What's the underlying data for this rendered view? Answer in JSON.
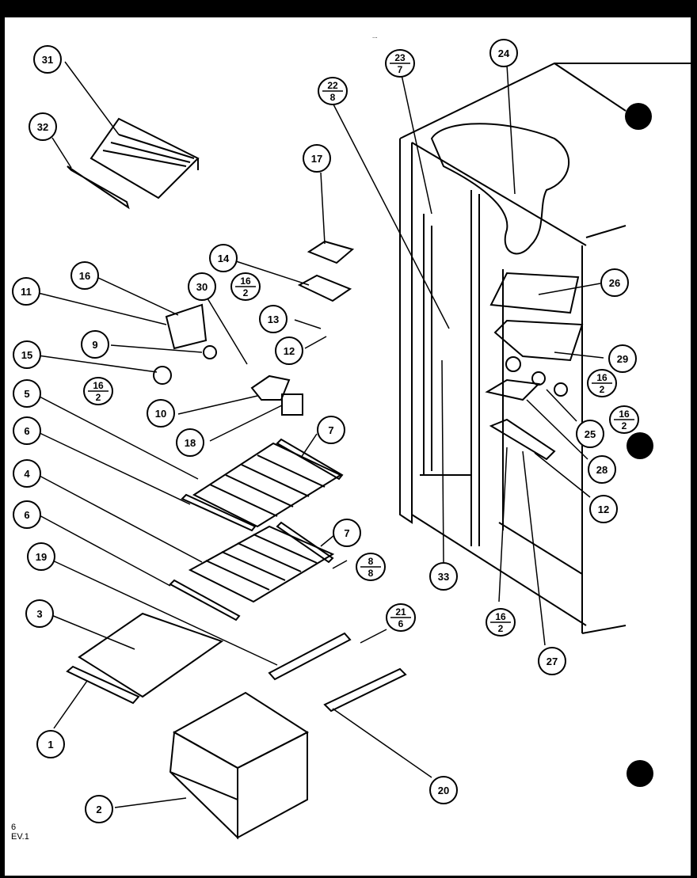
{
  "diagram": {
    "header_mark": "...",
    "footer_note_line1": "6",
    "footer_note_line2": "EV.1",
    "callouts": [
      "31",
      "32",
      "16",
      "11",
      "9",
      "15",
      "5",
      "6",
      "4",
      "6",
      "19",
      "3",
      "1",
      "2",
      "30",
      "14",
      "17",
      "13",
      "12",
      "10",
      "18",
      "7",
      "7",
      "33",
      "24",
      "26",
      "29",
      "25",
      "28",
      "12",
      "27",
      "20"
    ],
    "fraction_callouts": [
      {
        "top": "23",
        "bottom": "7"
      },
      {
        "top": "22",
        "bottom": "8"
      },
      {
        "top": "16",
        "bottom": "2"
      },
      {
        "top": "16",
        "bottom": "2"
      },
      {
        "top": "8",
        "bottom": "8"
      },
      {
        "top": "21",
        "bottom": "6"
      },
      {
        "top": "16",
        "bottom": "2"
      },
      {
        "top": "16",
        "bottom": "2"
      },
      {
        "top": "16",
        "bottom": "2"
      }
    ]
  }
}
